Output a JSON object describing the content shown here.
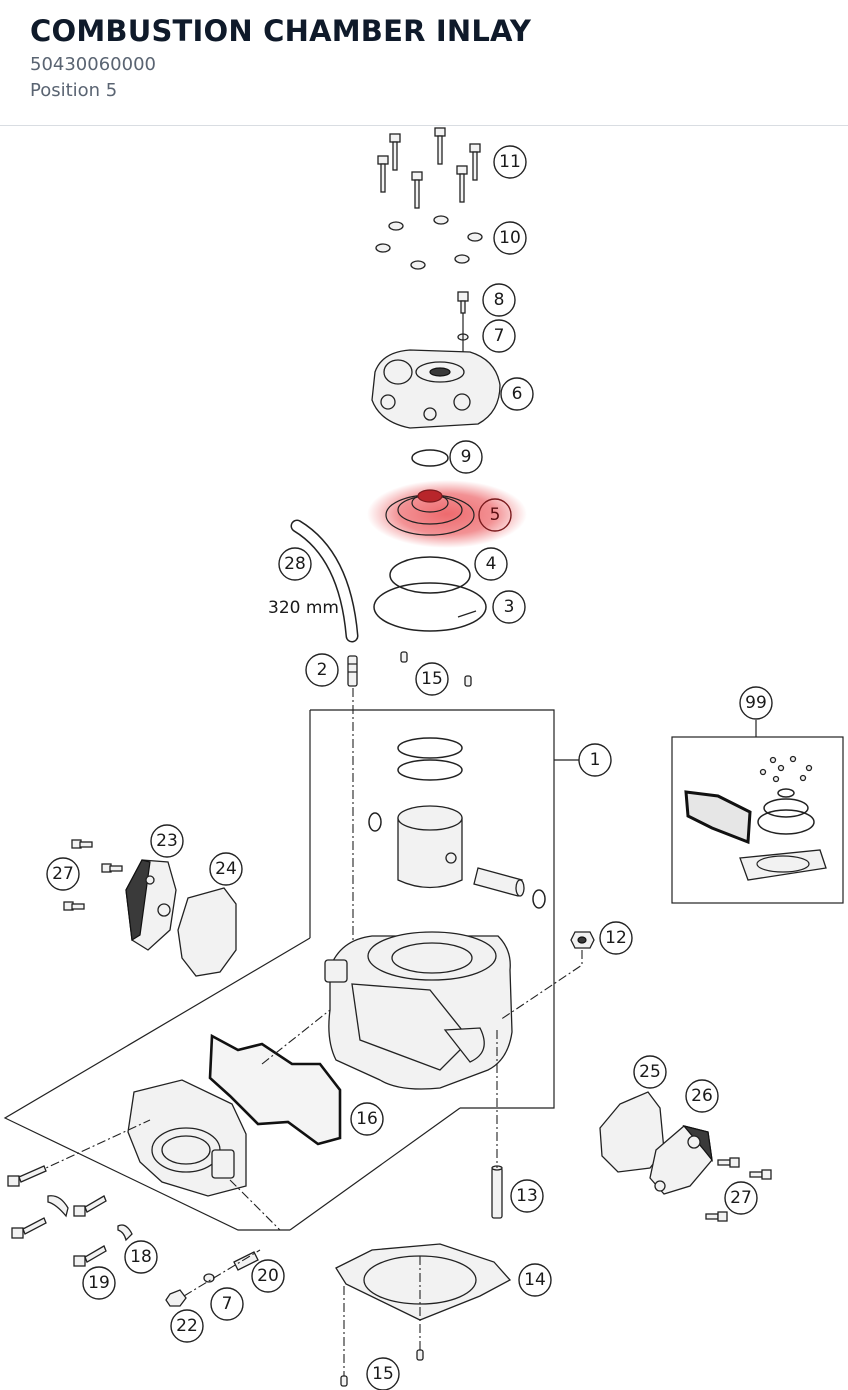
{
  "header": {
    "title": "COMBUSTION CHAMBER INLAY",
    "part_number": "50430060000",
    "position": "Position 5"
  },
  "diagram": {
    "highlight_color": "#e8383d",
    "hose_length": "320 mm",
    "labels": {
      "p11": "11",
      "p10": "10",
      "p8": "8",
      "p7a": "7",
      "p6": "6",
      "p9": "9",
      "p5": "5",
      "p28": "28",
      "p4": "4",
      "p3": "3",
      "p2": "2",
      "p15a": "15",
      "p99": "99",
      "p1": "1",
      "p23": "23",
      "p27a": "27",
      "p24": "24",
      "p12": "12",
      "p25": "25",
      "p26": "26",
      "p16": "16",
      "p27b": "27",
      "p13": "13",
      "p18": "18",
      "p20": "20",
      "p19": "19",
      "p7b": "7",
      "p14": "14",
      "p22": "22",
      "p15b": "15"
    }
  }
}
